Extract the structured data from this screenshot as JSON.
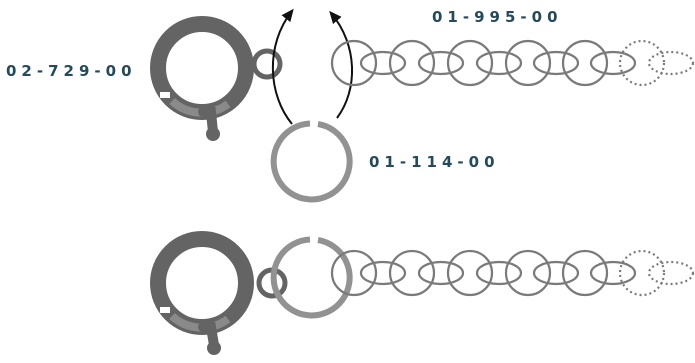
{
  "labels": {
    "clasp": "02-729-00",
    "chain": "01-995-00",
    "jump_ring": "01-114-00"
  },
  "colors": {
    "label_text": "#244a5c",
    "clasp_dark": "#646464",
    "clasp_light": "#8a8a8a",
    "jump_ring": "#929292",
    "chain_link": "#7a7a7a",
    "arrow": "#111111",
    "background": "#ffffff"
  },
  "icons": {
    "clasp": "spring-ring-clasp-icon",
    "jump_ring": "open-jump-ring-icon",
    "chain": "cable-chain-icon",
    "arrow": "curved-arrow-icon"
  }
}
